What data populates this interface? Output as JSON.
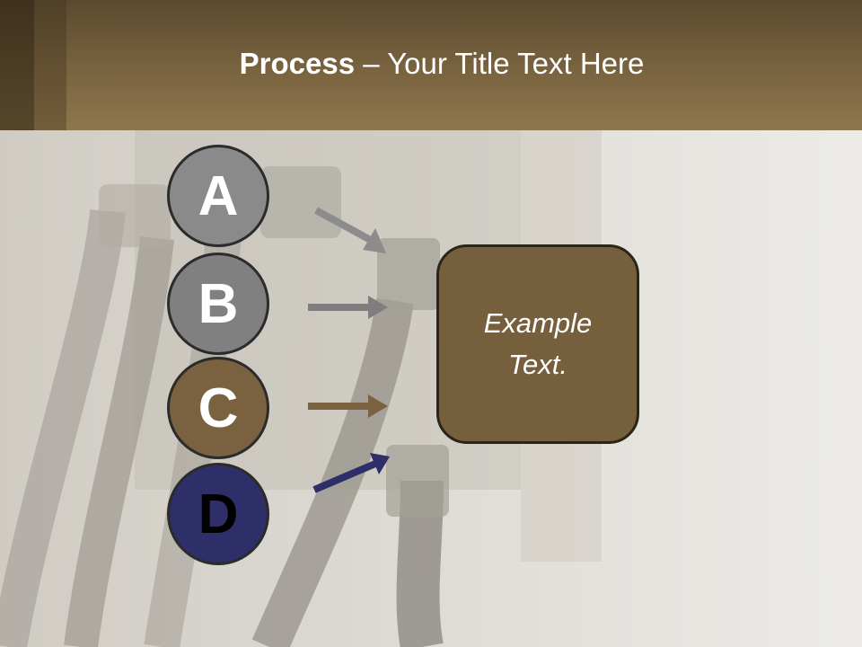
{
  "slide": {
    "title_bold": "Process",
    "title_rest": " – Your Title Text Here"
  },
  "steps": [
    {
      "letter": "A",
      "color": "#8a8a8a",
      "arrow_color": "#8c8c8c"
    },
    {
      "letter": "B",
      "color": "#808080",
      "arrow_color": "#7e7e7e"
    },
    {
      "letter": "C",
      "color": "#7a6240",
      "arrow_color": "#7a6240"
    },
    {
      "letter": "D",
      "color": "#2e2e68",
      "arrow_color": "#2e2e68"
    }
  ],
  "result_box": {
    "text": "Example Text.",
    "color": "#765f3c"
  },
  "colors": {
    "header": "#7a6440",
    "background": "#d9d6d0"
  }
}
